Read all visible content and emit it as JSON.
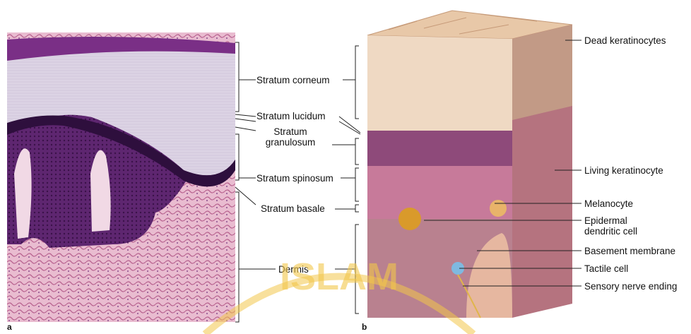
{
  "panel_a": {
    "letter": "a",
    "labels": {
      "corneum": "Stratum corneum",
      "lucidum": "Stratum lucidum",
      "granulosum": "Stratum granulosum",
      "spinosum": "Stratum spinosum",
      "basale": "Stratum basale",
      "dermis": "Dermis"
    }
  },
  "panel_b": {
    "letter": "b",
    "labels": {
      "dead": "Dead keratinocytes",
      "living": "Living keratinocyte",
      "melanocyte": "Melanocyte",
      "dendritic": "Epidermal dendritic cell",
      "basement": "Basement membrane",
      "tactile": "Tactile cell",
      "nerve": "Sensory nerve ending"
    }
  },
  "watermark": {
    "text": "ISLAM"
  },
  "colors": {
    "corneum_stain": "#d9cfe0",
    "epidermis_stain": "#6b2c78",
    "dermis_stain": "#e7b6c8",
    "block_top": "#e8c8a8",
    "block_spinosum": "#c77a9a",
    "block_dermis": "#b9818f",
    "watermark": "#f3c74a"
  }
}
